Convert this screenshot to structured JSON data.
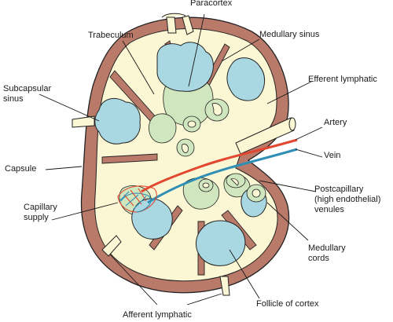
{
  "colors": {
    "capsule": "#b97a6a",
    "sinus": "#fbf6d3",
    "paracortex": "#cfe6bf",
    "follicle": "#a9d7e2",
    "outline": "#222222",
    "artery": "#e2472f",
    "vein": "#2f8fb5",
    "vessel_tube": "#f6f2d8"
  },
  "labels": {
    "paracortex": "Paracortex",
    "trabeculum": "Trabeculum",
    "medullary_sinus": "Medullary sinus",
    "subcapsular_sinus": "Subcapsular\nsinus",
    "efferent_lymphatic": "Efferent lymphatic",
    "artery": "Artery",
    "vein": "Vein",
    "capsule": "Capsule",
    "postcapillary_venules": "Postcapillary\n(high endothelial)\nvenules",
    "capillary_supply": "Capillary\nsupply",
    "medullary_cords": "Medullary\ncords",
    "follicle_of_cortex": "Follicle of cortex",
    "afferent_lymphatic": "Afferent lymphatic"
  }
}
